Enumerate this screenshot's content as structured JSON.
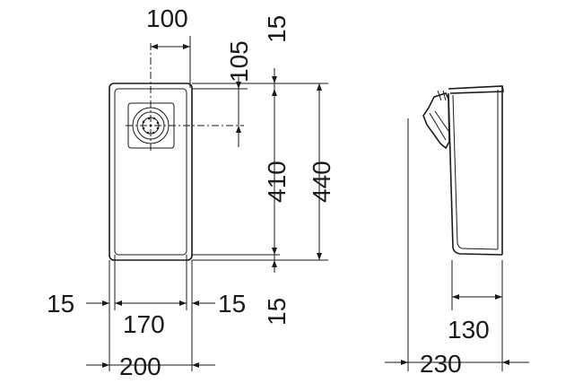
{
  "dimensions": {
    "drain_offset_x": "100",
    "drain_offset_y": "105",
    "top_rim": "15",
    "inner_length": "410",
    "outer_length": "440",
    "bottom_rim": "15",
    "left_rim": "15",
    "inner_width": "170",
    "right_rim": "15",
    "outer_width": "200",
    "bowl_depth": "130",
    "total_depth": "230"
  },
  "icons": [
    "sink-top-view",
    "drain-strainer-icon",
    "sink-side-profile"
  ]
}
